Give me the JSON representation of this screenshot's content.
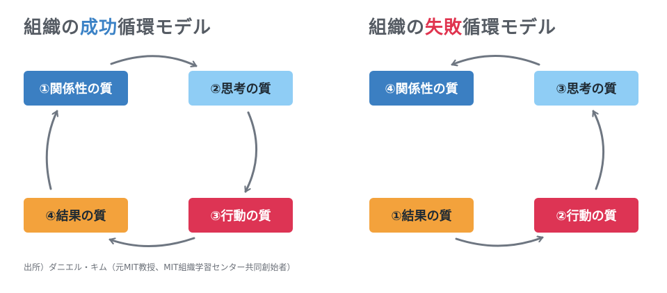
{
  "left": {
    "title_before": "組織の",
    "title_highlight": "成功",
    "title_after": "循環モデル",
    "highlight_color": "#3b82c6",
    "boxes": {
      "relationship": "①関係性の質",
      "thinking": "②思考の質",
      "action": "③行動の質",
      "result": "④結果の質"
    }
  },
  "right": {
    "title_before": "組織の",
    "title_highlight": "失敗",
    "title_after": "循環モデル",
    "highlight_color": "#e0344f",
    "boxes": {
      "relationship": "④関係性の質",
      "thinking": "③思考の質",
      "action": "②行動の質",
      "result": "①結果の質"
    }
  },
  "colors": {
    "relationship": "#3b7fc2",
    "thinking": "#8fcdf5",
    "action": "#dd3454",
    "result": "#f3a23c",
    "arrow": "#6e7681"
  },
  "source": "出所）ダニエル・キム（元MIT教授、MIT組織学習センター共同創始者）"
}
